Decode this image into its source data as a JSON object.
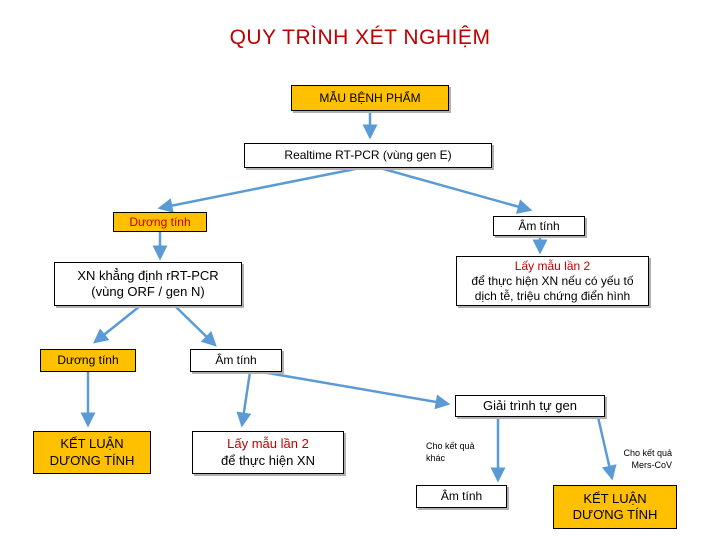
{
  "title": "QUY TRÌNH XÉT NGHIỆM",
  "sample": "MẪU BỆNH PHẨM",
  "realtime_pcr": "Realtime RT-PCR (vùng gen E)",
  "positive_1": "Dương tính",
  "negative_1": "Âm tính",
  "confirm_test": {
    "line1": "XN khẳng định rRT-PCR",
    "line2": "(vùng ORF / gen N)"
  },
  "resample_1": {
    "line1": "Lấy mẫu lần 2",
    "line2": "để thực hiện XN nếu có yếu tố",
    "line3": "dịch tễ, triệu chứng điển hình"
  },
  "positive_2": "Dương tính",
  "negative_2": "Âm tính",
  "sequencing": "Giải trình tự gen",
  "conclusion_positive_1": {
    "line1": "KẾT LUẬN",
    "line2": "DƯƠNG TÍNH"
  },
  "resample_2": {
    "line1": "Lấy mẫu lần 2",
    "line2": "để thực hiện XN"
  },
  "other_result_note": {
    "line1": "Cho kết quả",
    "line2": "khác"
  },
  "mers_result_note": {
    "line1": "Cho kết quả",
    "line2": "Mers-CoV"
  },
  "negative_3": "Âm tính",
  "conclusion_positive_2": {
    "line1": "KẾT LUẬN",
    "line2": "DƯƠNG TÍNH"
  },
  "colors": {
    "title": "#c00000",
    "highlight_fill": "#ffc000",
    "arrow": "#5b9bd5",
    "red_text": "#c00000"
  }
}
